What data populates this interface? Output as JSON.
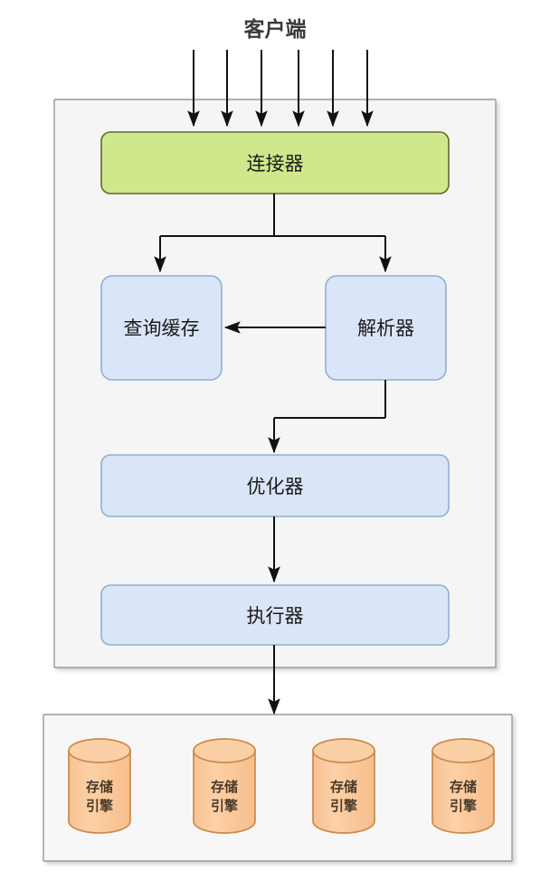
{
  "diagram": {
    "title": "客户端",
    "type": "architecture-flow",
    "client_arrows_count": 6,
    "server_container": {
      "name": "mysql-server-container",
      "fill": "#F5F5F5",
      "border": "#9a9a9a"
    },
    "storage_container": {
      "name": "storage-layer-container",
      "fill": "#F7F7F7",
      "border": "#9a9a9a"
    },
    "nodes": {
      "connector": {
        "label": "连接器",
        "fill": "#CFE88C",
        "stroke": "#5C6B2E"
      },
      "query_cache": {
        "label": "查询缓存",
        "fill": "#DAE5F7",
        "stroke": "#8FAFD4"
      },
      "parser": {
        "label": "解析器",
        "fill": "#DAE5F7",
        "stroke": "#8FAFD4"
      },
      "optimizer": {
        "label": "优化器",
        "fill": "#DAE5F7",
        "stroke": "#8FAFD4"
      },
      "executor": {
        "label": "执行器",
        "fill": "#DAE5F7",
        "stroke": "#8FAFD4"
      }
    },
    "storage_engines": [
      {
        "line1": "存储",
        "line2": "引擎"
      },
      {
        "line1": "存储",
        "line2": "引擎"
      },
      {
        "line1": "存储",
        "line2": "引擎"
      },
      {
        "line1": "存储",
        "line2": "引擎"
      }
    ],
    "storage_engine_style": {
      "fill": "#FBCB9C",
      "stroke": "#C98B4B"
    },
    "edges": [
      {
        "from": "client",
        "to": "connector"
      },
      {
        "from": "connector",
        "to": "query_cache"
      },
      {
        "from": "connector",
        "to": "parser"
      },
      {
        "from": "parser",
        "to": "query_cache"
      },
      {
        "from": "parser",
        "to": "optimizer"
      },
      {
        "from": "optimizer",
        "to": "executor"
      },
      {
        "from": "executor",
        "to": "storage_layer"
      }
    ],
    "arrow_color": "#111111"
  }
}
